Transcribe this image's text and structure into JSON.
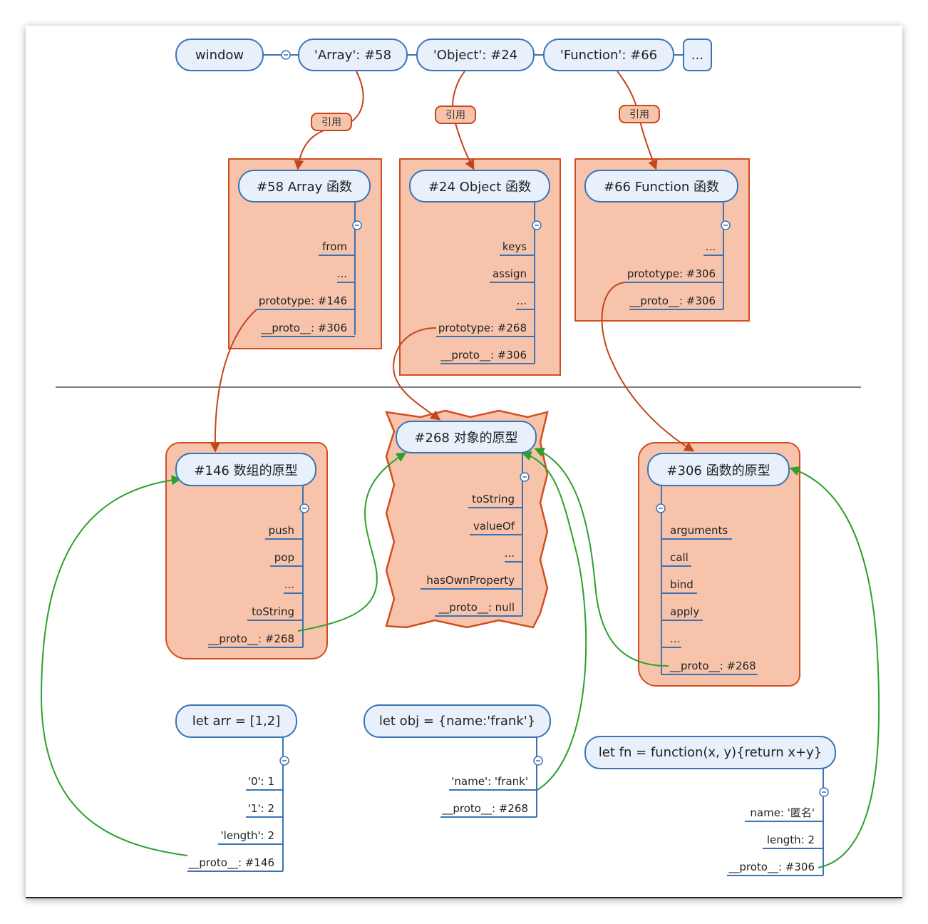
{
  "top": {
    "window": "window",
    "array": "'Array': #58",
    "object": "'Object': #24",
    "function": "'Function': #66",
    "more": "..."
  },
  "ref_label": "引用",
  "array_fn": {
    "title": "#58 Array 函数",
    "items": [
      "from",
      "...",
      "prototype: #146",
      "__proto__: #306"
    ]
  },
  "object_fn": {
    "title": "#24 Object 函数",
    "items": [
      "keys",
      "assign",
      "...",
      "prototype: #268",
      "__proto__: #306"
    ]
  },
  "function_fn": {
    "title": "#66 Function 函数",
    "items": [
      "...",
      "prototype: #306",
      "__proto__: #306"
    ]
  },
  "array_proto": {
    "title": "#146 数组的原型",
    "items": [
      "push",
      "pop",
      "...",
      "toString",
      "__proto__: #268"
    ]
  },
  "object_proto": {
    "title": "#268 对象的原型",
    "items": [
      "toString",
      "valueOf",
      "...",
      "hasOwnProperty",
      "__proto__: null"
    ]
  },
  "function_proto": {
    "title": "#306 函数的原型",
    "items": [
      "arguments",
      "call",
      "bind",
      "apply",
      "...",
      "__proto__: #268"
    ]
  },
  "arr_var": {
    "title": "let arr = [1,2]",
    "items": [
      "'0': 1",
      "'1': 2",
      "'length': 2",
      "__proto__: #146"
    ]
  },
  "obj_var": {
    "title": "let obj = {name:'frank'}",
    "items": [
      "'name': 'frank'",
      "__proto__: #268"
    ]
  },
  "fn_var": {
    "title": "let fn = function(x, y){return x+y}",
    "items": [
      "name: '匿名'",
      "length: 2",
      "__proto__: #306"
    ]
  },
  "colors": {
    "topic_border": "#3a73b5",
    "topic_fill": "#e8f1fb",
    "box_fill": "#f7c4ab",
    "box_border": "#d24e1f",
    "link_red": "#c0461c",
    "link_green": "#2ea02e"
  }
}
